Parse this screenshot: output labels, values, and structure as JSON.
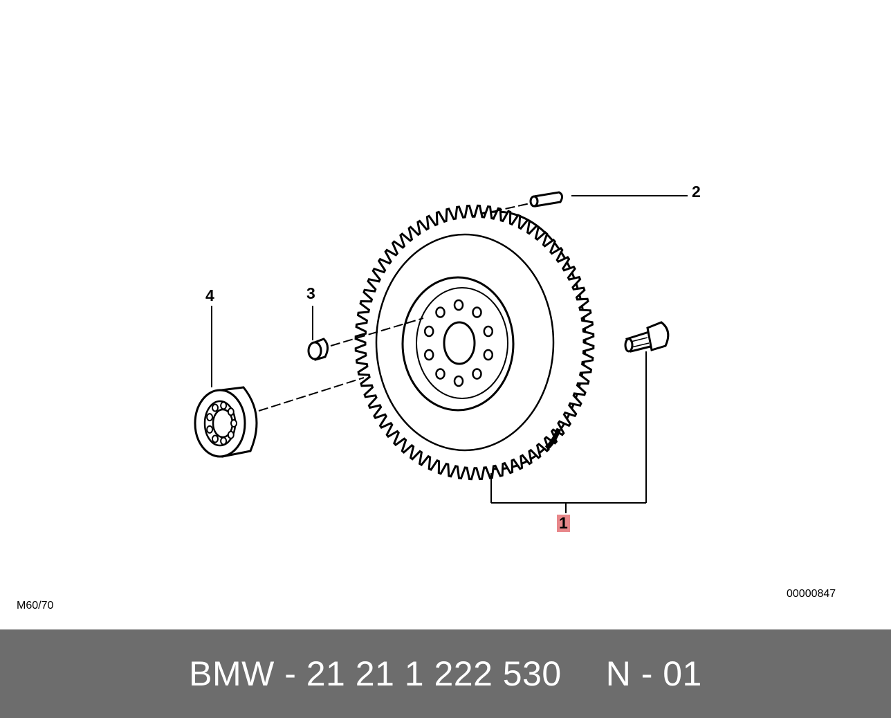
{
  "diagram": {
    "callouts": {
      "part_1": "1",
      "part_2": "2",
      "part_3": "3",
      "part_4": "4"
    },
    "highlighted_part": "1",
    "highlight_color": "#e8878a",
    "model_code": "M60/70",
    "diagram_number": "00000847",
    "icons": [
      "flywheel-drawing",
      "bearing-drawing",
      "dowel-pin-drawing",
      "bushing-drawing",
      "bolt-drawing"
    ]
  },
  "footer": {
    "part_label": "BMW - 21 21 1 222 530",
    "revision_label": "N - 01",
    "background_color": "#6d6d6d"
  }
}
